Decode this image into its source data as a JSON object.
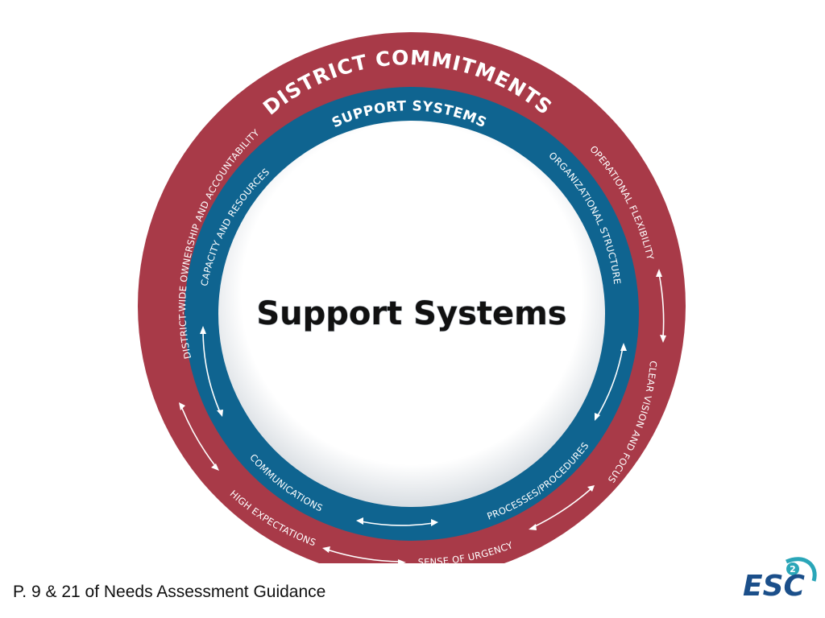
{
  "diagram": {
    "outer_ring_title": "DISTRICT COMMITMENTS",
    "inner_ring_title": "SUPPORT SYSTEMS",
    "center_title": "Support Systems",
    "outer_segments": {
      "left": "DISTRICT-WIDE OWNERSHIP AND ACCOUNTABILITY",
      "upper_right": "OPERATIONAL FLEXIBILITY",
      "lower_right": "CLEAR VISION AND FOCUS",
      "bottom_right": "SENSE OF URGENCY",
      "bottom_left": "HIGH EXPECTATIONS"
    },
    "inner_segments": {
      "upper_left": "CAPACITY AND RESOURCES",
      "upper_right": "ORGANIZATIONAL STRUCTURE",
      "bottom_right": "PROCESSES/PROCEDURES",
      "bottom_left": "COMMUNICATIONS"
    },
    "colors": {
      "outer_ring": "#a83a48",
      "inner_ring": "#0f6490",
      "center": "#ffffff",
      "arrows": "#ffffff"
    }
  },
  "footer": {
    "text": "P. 9 & 21 of Needs Assessment Guidance"
  },
  "logo": {
    "text": "ESC",
    "badge": "2",
    "icon": "esc-region-logo-icon",
    "colors": {
      "primary": "#1b4f8a",
      "accent": "#2aa6b8"
    }
  }
}
